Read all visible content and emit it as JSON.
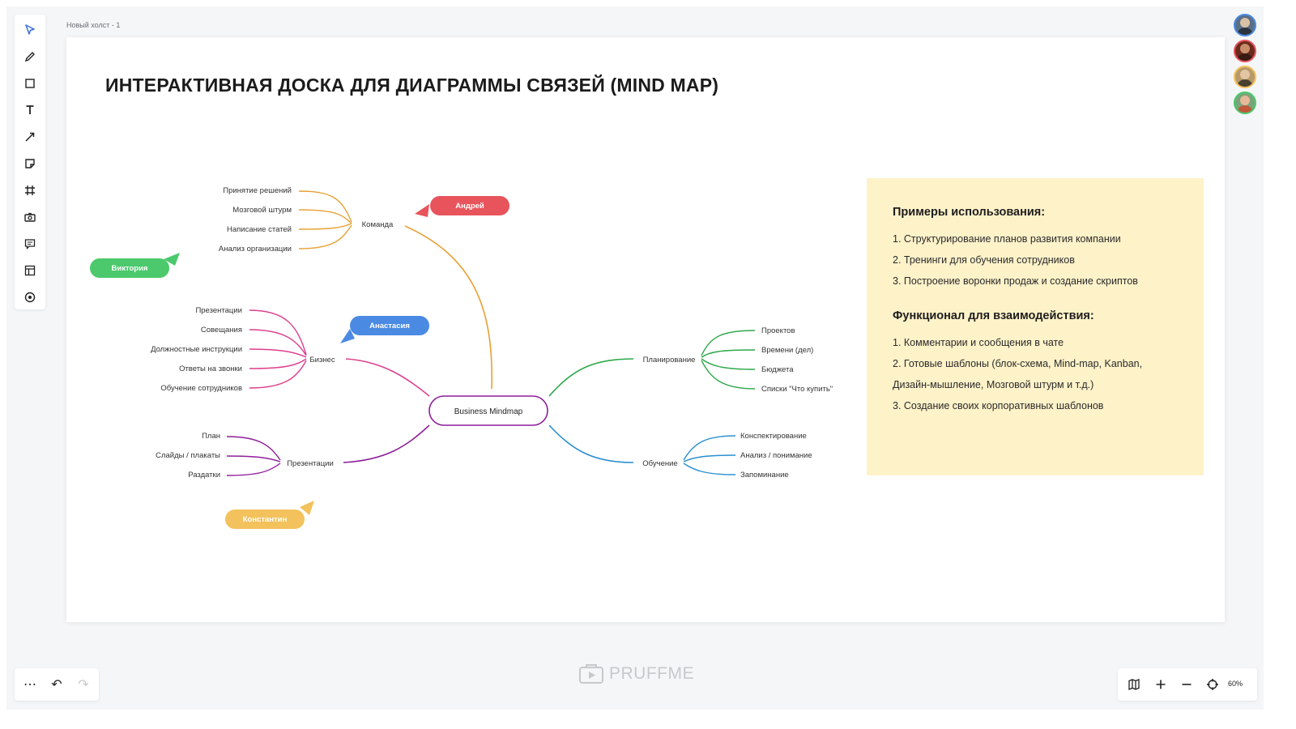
{
  "canvas": {
    "name": "Новый холст - 1"
  },
  "toolbar": {
    "icons": [
      "cursor-icon",
      "pencil-icon",
      "rectangle-icon",
      "text-icon",
      "arrow-icon",
      "sticky-note-icon",
      "frame-icon",
      "camera-icon",
      "comment-icon",
      "template-icon",
      "record-icon"
    ]
  },
  "board": {
    "title": "ИНТЕРАКТИВНАЯ ДОСКА ДЛЯ ДИАГРАММЫ СВЯЗЕЙ (MIND MAP)"
  },
  "mindmap": {
    "center": "Business Mindmap",
    "branches": {
      "team": {
        "label": "Команда",
        "color": "#e8a033",
        "children": [
          "Принятие решений",
          "Мозговой штурм",
          "Написание статей",
          "Анализ организации"
        ]
      },
      "business": {
        "label": "Бизнес",
        "color": "#dc3f8e",
        "children": [
          "Презентации",
          "Совещания",
          "Должностные инструкции",
          "Ответы на звонки",
          "Обучение сотрудников"
        ]
      },
      "presentations": {
        "label": "Презентации",
        "color": "#8e1f9a",
        "children": [
          "План",
          "Слайды / плакаты",
          "Раздатки"
        ]
      },
      "planning": {
        "label": "Планирование",
        "color": "#2ea84a",
        "children": [
          "Проектов",
          "Времени (дел)",
          "Бюджета",
          "Списки \"Что купить\""
        ]
      },
      "learning": {
        "label": "Обучение",
        "color": "#2a8fd0",
        "children": [
          "Конспектирование",
          "Анализ / понимание",
          "Запоминание"
        ]
      }
    }
  },
  "cursors": {
    "andrey": {
      "name": "Андрей",
      "color": "#e8545c"
    },
    "victoria": {
      "name": "Виктория",
      "color": "#4bc96c"
    },
    "anastasia": {
      "name": "Анастасия",
      "color": "#4a8ae3"
    },
    "konstantin": {
      "name": "Константин",
      "color": "#f3c25c"
    }
  },
  "note": {
    "heading1": "Примеры использования:",
    "items1": [
      "1. Структурирование планов развития компании",
      "2. Тренинги для обучения сотрудников",
      "3. Построение воронки продаж и создание скриптов"
    ],
    "heading2": "Функционал для взаимодействия:",
    "items2": [
      "1. Комментарии и сообщения в чате",
      "2. Готовые шаблоны (блок-схема, Mind-map, Kanban,",
      "Дизайн-мышление, Мозговой штурм и т.д.)",
      "3. Создание своих корпоративных шаблонов"
    ],
    "background": "#fef2c9"
  },
  "avatars": [
    {
      "name": "user-avatar-1",
      "ring": "#4a8ae3"
    },
    {
      "name": "user-avatar-2",
      "ring": "#e8545c"
    },
    {
      "name": "user-avatar-3",
      "ring": "#f3c25c"
    },
    {
      "name": "user-avatar-4",
      "ring": "#4bc96c"
    }
  ],
  "bottom_left": {
    "more": "⋯",
    "undo": "↶",
    "redo": "↷"
  },
  "brand": {
    "text": "PRUFFME"
  },
  "zoom": {
    "level": "60%"
  }
}
